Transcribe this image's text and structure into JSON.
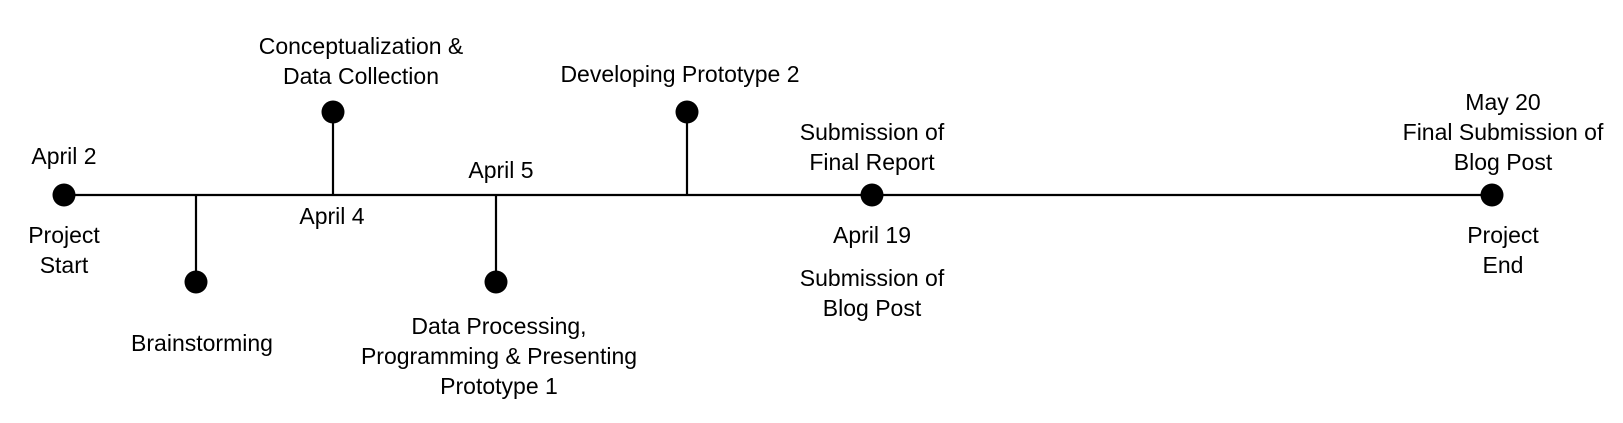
{
  "colors": {
    "line": "#000000",
    "marker": "#000000",
    "background": "#ffffff"
  },
  "timeline": {
    "milestones": [
      {
        "id": "start",
        "date": "April 2",
        "description": [
          "Project",
          "Start"
        ]
      },
      {
        "id": "brainstorming",
        "date": "",
        "description": [
          "Brainstorming"
        ]
      },
      {
        "id": "conceptualization",
        "date": "April 4",
        "description": [
          "Conceptualization &",
          "Data Collection"
        ]
      },
      {
        "id": "data-processing",
        "date": "April 5",
        "description": [
          "Data Processing,",
          "Programming & Presenting",
          "Prototype 1"
        ]
      },
      {
        "id": "prototype-2",
        "date": "",
        "description": [
          "Developing Prototype 2"
        ]
      },
      {
        "id": "final-report",
        "date": "April 19",
        "description": [
          "Submission of",
          "Final Report"
        ],
        "secondary_description": [
          "Submission of",
          "Blog Post"
        ]
      },
      {
        "id": "end",
        "date": "May 20",
        "description": [
          "Final Submission of",
          "Blog Post"
        ],
        "secondary_description": [
          "Project",
          "End"
        ]
      }
    ]
  }
}
